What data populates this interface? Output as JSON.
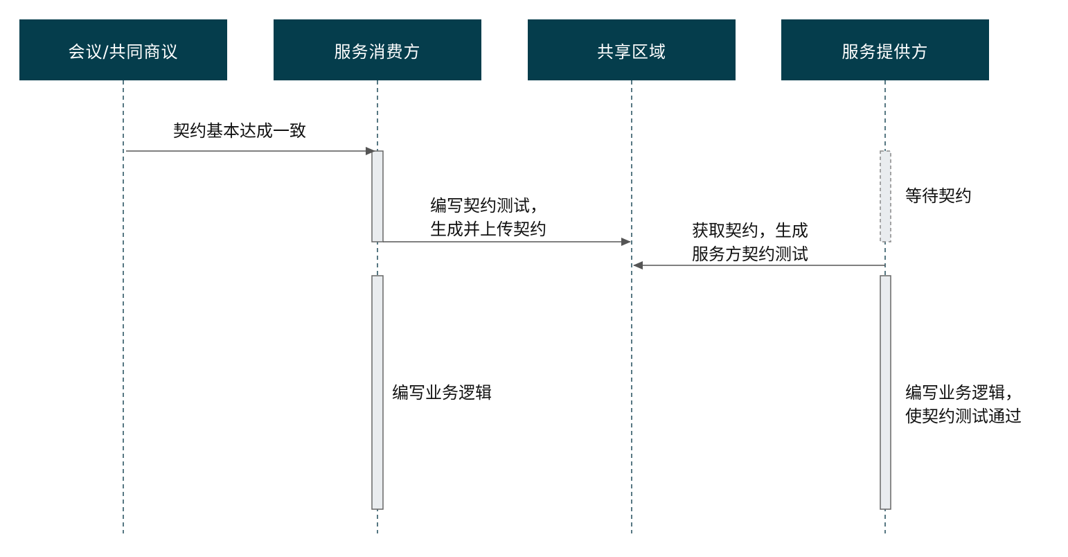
{
  "colors": {
    "participant_fill": "#053D4C",
    "participant_text": "#FFFFFF",
    "lifeline": "#1f4a58",
    "message_line": "#555555",
    "activation_fill": "#E9ECEF",
    "activation_stroke": "#666666",
    "text": "#111111"
  },
  "participants": [
    {
      "id": "meeting",
      "label": "会议/共同商议"
    },
    {
      "id": "consumer",
      "label": "服务消费方"
    },
    {
      "id": "shared",
      "label": "共享区域"
    },
    {
      "id": "provider",
      "label": "服务提供方"
    }
  ],
  "messages": [
    {
      "from": "meeting",
      "to": "consumer",
      "lines": [
        "契约基本达成一致"
      ]
    },
    {
      "from": "consumer",
      "to": "shared",
      "lines": [
        "编写契约测试，",
        "生成并上传契约"
      ]
    },
    {
      "from": "provider",
      "to": "shared",
      "lines": [
        "获取契约，生成",
        "服务方契约测试"
      ]
    }
  ],
  "activations": [
    {
      "participant": "consumer",
      "style": "solid",
      "note": [
        "编写业务逻辑"
      ]
    },
    {
      "participant": "provider",
      "style": "solid",
      "note": [
        "编写业务逻辑，",
        "使契约测试通过"
      ]
    },
    {
      "participant": "provider",
      "style": "dashed",
      "note": [
        "等待契约"
      ]
    },
    {
      "participant": "consumer",
      "style": "solid",
      "note": []
    }
  ]
}
